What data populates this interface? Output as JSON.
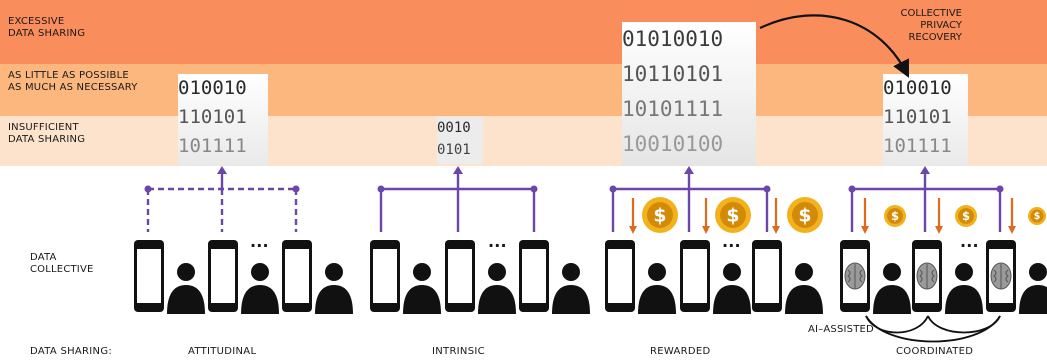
{
  "bands": {
    "excessive": {
      "label": "EXCESSIVE\nDATA SHARING",
      "color": "#f98d5c"
    },
    "aslittle": {
      "label": "AS LITTLE AS POSSIBLE\nAS MUCH AS NECESSARY",
      "color": "#fbb77e"
    },
    "insufficient": {
      "label": "INSUFFICIENT\n DATA SHARING",
      "color": "#fde3cc"
    }
  },
  "corner_label": "COLLECTIVE\nPRIVACY\nRECOVERY",
  "collective_label": "DATA\nCOLLECTIVE",
  "ai_label": "AI–ASSISTED",
  "ellipsis": "...",
  "bit_stacks": {
    "attitudinal": [
      "010010",
      "110101",
      "101111"
    ],
    "intrinsic": [
      "0010",
      "0101"
    ],
    "rewarded": [
      "01010010",
      "10110101",
      "10101111",
      "10010100"
    ],
    "coordinated": [
      "010010",
      "110101",
      "101111"
    ]
  },
  "bottom": {
    "prefix": "DATA SHARING:",
    "attitudinal": "ATTITUDINAL",
    "intrinsic": "INTRINSIC",
    "rewarded": "REWARDED",
    "coordinated": "COORDINATED"
  },
  "colors": {
    "tree": "#6a47a8",
    "arrow_orange": "#e06a1c",
    "coin": "#f2b21c",
    "coin_dark": "#d28a08",
    "figure": "#111111"
  }
}
